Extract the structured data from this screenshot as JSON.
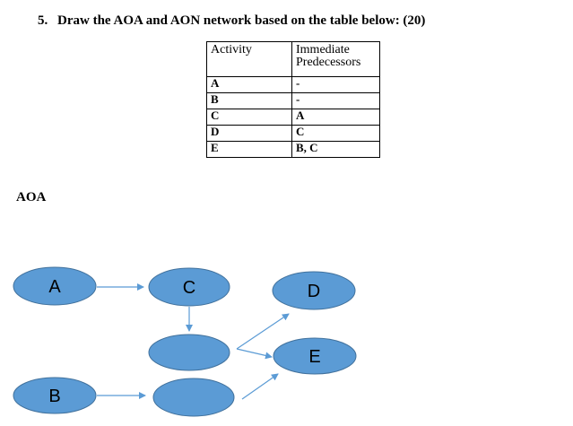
{
  "question": {
    "number": "5.",
    "text": "Draw the AOA and AON network based on the table below: (20)"
  },
  "table": {
    "headers": [
      "Activity",
      "Immediate Predecessors"
    ],
    "header_lines": [
      [
        "Activity"
      ],
      [
        "Immediate",
        "Predecessors"
      ]
    ],
    "rows": [
      [
        "A",
        "-"
      ],
      [
        "B",
        "-"
      ],
      [
        "C",
        "A"
      ],
      [
        "D",
        "C"
      ],
      [
        "E",
        "B, C"
      ]
    ]
  },
  "section_label": "AOA",
  "diagram": {
    "node_color": "#5b9bd5",
    "edge_color": "#5b9bd5",
    "nodes": [
      {
        "id": "A",
        "label": "A"
      },
      {
        "id": "C",
        "label": "C"
      },
      {
        "id": "D",
        "label": "D"
      },
      {
        "id": "mid",
        "label": ""
      },
      {
        "id": "E",
        "label": "E"
      },
      {
        "id": "B",
        "label": "B"
      },
      {
        "id": "low",
        "label": ""
      }
    ],
    "edges": [
      {
        "from": "A",
        "to": "C"
      },
      {
        "from": "C",
        "to": "mid"
      },
      {
        "from": "mid",
        "to": "D"
      },
      {
        "from": "mid",
        "to": "E"
      },
      {
        "from": "B",
        "to": "low"
      },
      {
        "from": "low",
        "to": "E"
      }
    ]
  }
}
